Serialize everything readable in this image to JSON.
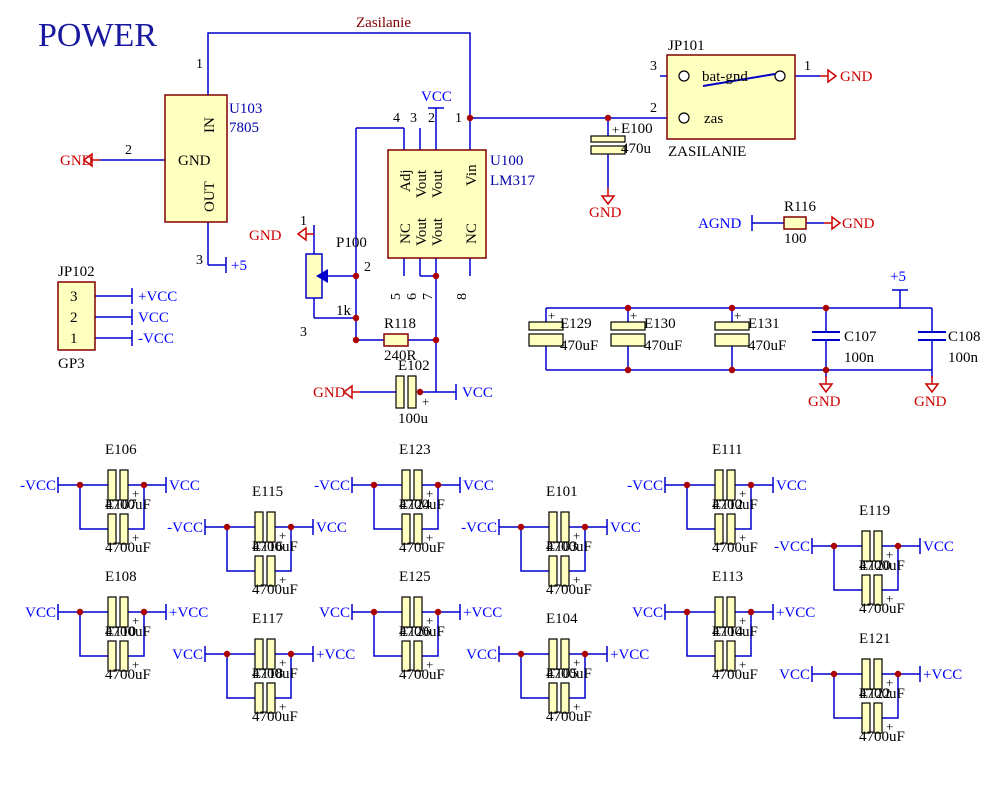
{
  "title": "POWER",
  "colors": {
    "wire": "#0000cc",
    "net": "#0000ff",
    "label": "#000000",
    "red": "#cc0000",
    "component_fill": "#ffffc0",
    "component_stroke": "#800000",
    "junction": "#aa0000",
    "title": "#1a1aa0"
  },
  "nets": {
    "zasilanie": "Zasilanie",
    "gnd": "GND",
    "agnd": "AGND",
    "vcc": "VCC",
    "plus5": "+5",
    "plus_vcc": "+VCC",
    "minus_vcc": "-VCC"
  },
  "u103": {
    "ref": "U103",
    "value": "7805",
    "pins": {
      "in": "IN",
      "gnd": "GND",
      "out": "OUT"
    },
    "pin_numbers": {
      "in": "1",
      "gnd": "2",
      "out": "3"
    }
  },
  "u100": {
    "ref": "U100",
    "value": "LM317",
    "top_pins": [
      "Adj",
      "Vout",
      "Vout",
      "Vin"
    ],
    "bottom_pins": [
      "NC",
      "Vout",
      "Vout",
      "NC"
    ],
    "top_numbers": [
      "4",
      "3",
      "2",
      "1"
    ],
    "bottom_numbers": [
      "5",
      "6",
      "7",
      "8"
    ]
  },
  "jp101": {
    "ref": "JP101",
    "value": "ZASILANIE",
    "contacts": [
      "bat-gnd",
      "zas"
    ],
    "pin_numbers": [
      "3",
      "1",
      "2"
    ]
  },
  "jp102": {
    "ref": "JP102",
    "value": "GP3",
    "pins": [
      "3",
      "2",
      "1"
    ],
    "nets": [
      "+VCC",
      "VCC",
      "-VCC"
    ]
  },
  "p100": {
    "ref": "P100",
    "value": "1k",
    "pin_numbers": [
      "1",
      "2",
      "3"
    ]
  },
  "r118": {
    "ref": "R118",
    "value": "240R"
  },
  "r116": {
    "ref": "R116",
    "value": "100"
  },
  "e100": {
    "ref": "E100",
    "value": "470u"
  },
  "e102": {
    "ref": "E102",
    "value": "100u"
  },
  "filter_caps": [
    {
      "ref": "E129",
      "value": "470uF"
    },
    {
      "ref": "E130",
      "value": "470uF"
    },
    {
      "ref": "E131",
      "value": "470uF"
    },
    {
      "ref": "C107",
      "value": "100n"
    },
    {
      "ref": "C108",
      "value": "100n"
    }
  ],
  "cap_value": "4700uF",
  "bank_groups": [
    {
      "top": "E106",
      "bottom": "E107",
      "left": "-VCC",
      "right": "VCC"
    },
    {
      "top": "E115",
      "bottom": "E116",
      "left": "-VCC",
      "right": "VCC"
    },
    {
      "top": "E123",
      "bottom": "E124",
      "left": "-VCC",
      "right": "VCC"
    },
    {
      "top": "E101",
      "bottom": "E103",
      "left": "-VCC",
      "right": "VCC"
    },
    {
      "top": "E111",
      "bottom": "E112",
      "left": "-VCC",
      "right": "VCC"
    },
    {
      "top": "E119",
      "bottom": "E120",
      "left": "-VCC",
      "right": "VCC"
    },
    {
      "top": "E108",
      "bottom": "E110",
      "left": "VCC",
      "right": "+VCC"
    },
    {
      "top": "E117",
      "bottom": "E118",
      "left": "VCC",
      "right": "+VCC"
    },
    {
      "top": "E125",
      "bottom": "E126",
      "left": "VCC",
      "right": "+VCC"
    },
    {
      "top": "E104",
      "bottom": "E105",
      "left": "VCC",
      "right": "+VCC"
    },
    {
      "top": "E113",
      "bottom": "E114",
      "left": "VCC",
      "right": "+VCC"
    },
    {
      "top": "E121",
      "bottom": "E122",
      "left": "VCC",
      "right": "+VCC"
    }
  ]
}
